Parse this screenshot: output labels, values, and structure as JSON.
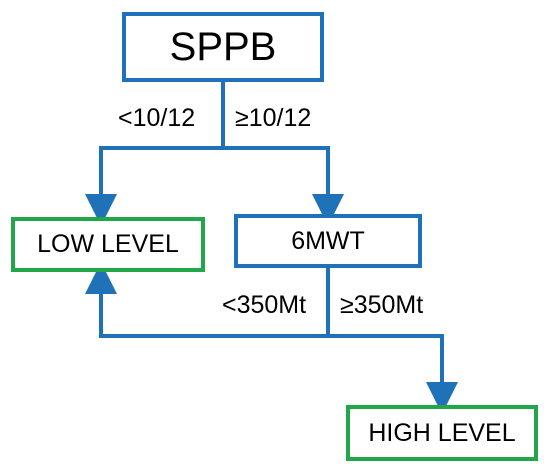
{
  "colors": {
    "blue": "#1f72b8",
    "green": "#22a64a",
    "text": "#000000"
  },
  "nodes": {
    "sppb": {
      "label": "SPPB"
    },
    "low_level": {
      "label": "LOW LEVEL"
    },
    "mwt": {
      "label": "6MWT"
    },
    "high_level": {
      "label": "HIGH LEVEL"
    }
  },
  "edges": {
    "sppb_low": {
      "label": "<10/12"
    },
    "sppb_mwt": {
      "label": "≥10/12"
    },
    "mwt_low": {
      "label": "<350Mt"
    },
    "mwt_high": {
      "label": "≥350Mt"
    }
  }
}
